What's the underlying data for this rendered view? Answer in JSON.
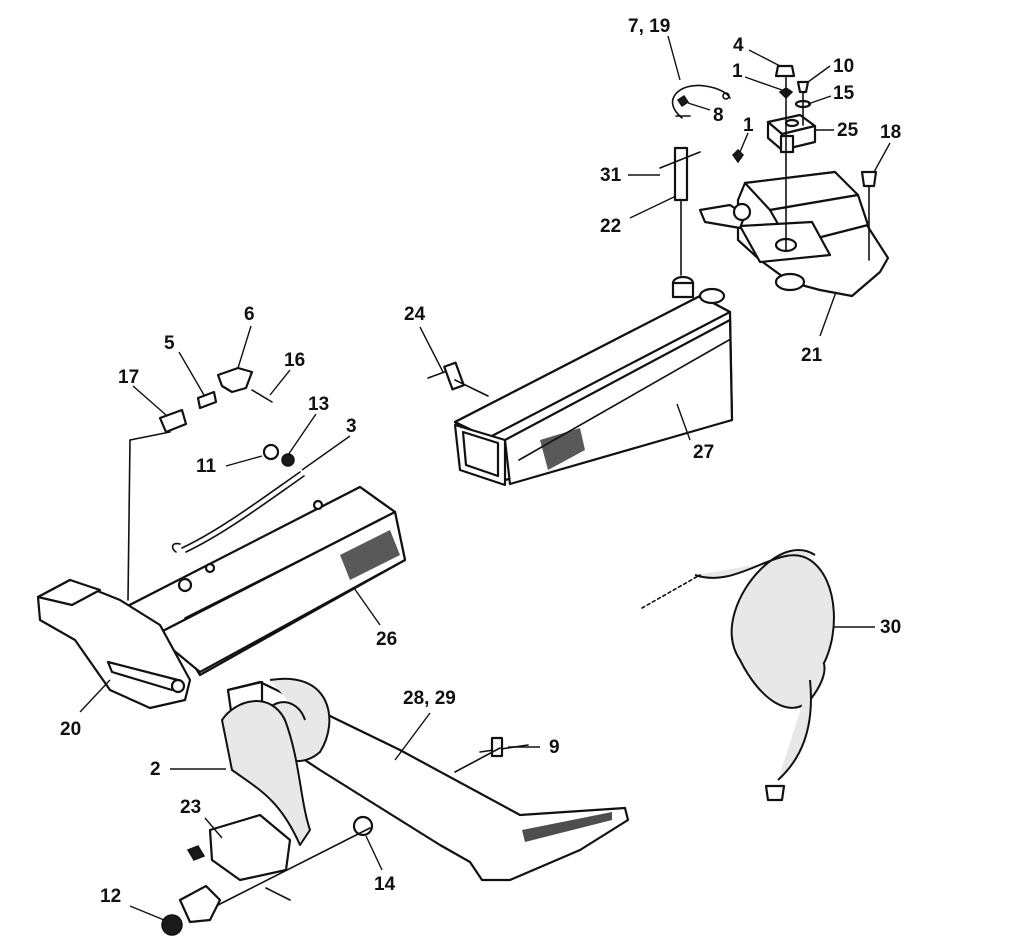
{
  "callouts": {
    "c_7_19": "7, 19",
    "c_4": "4",
    "c_10": "10",
    "c_1a": "1",
    "c_15": "15",
    "c_8": "8",
    "c_1b": "1",
    "c_25": "25",
    "c_18": "18",
    "c_31": "31",
    "c_22": "22",
    "c_21": "21",
    "c_24": "24",
    "c_27": "27",
    "c_6": "6",
    "c_5": "5",
    "c_16": "16",
    "c_17": "17",
    "c_13": "13",
    "c_3": "3",
    "c_11": "11",
    "c_26": "26",
    "c_20": "20",
    "c_30": "30",
    "c_28_29": "28, 29",
    "c_9": "9",
    "c_2": "2",
    "c_23": "23",
    "c_14": "14",
    "c_12": "12"
  }
}
